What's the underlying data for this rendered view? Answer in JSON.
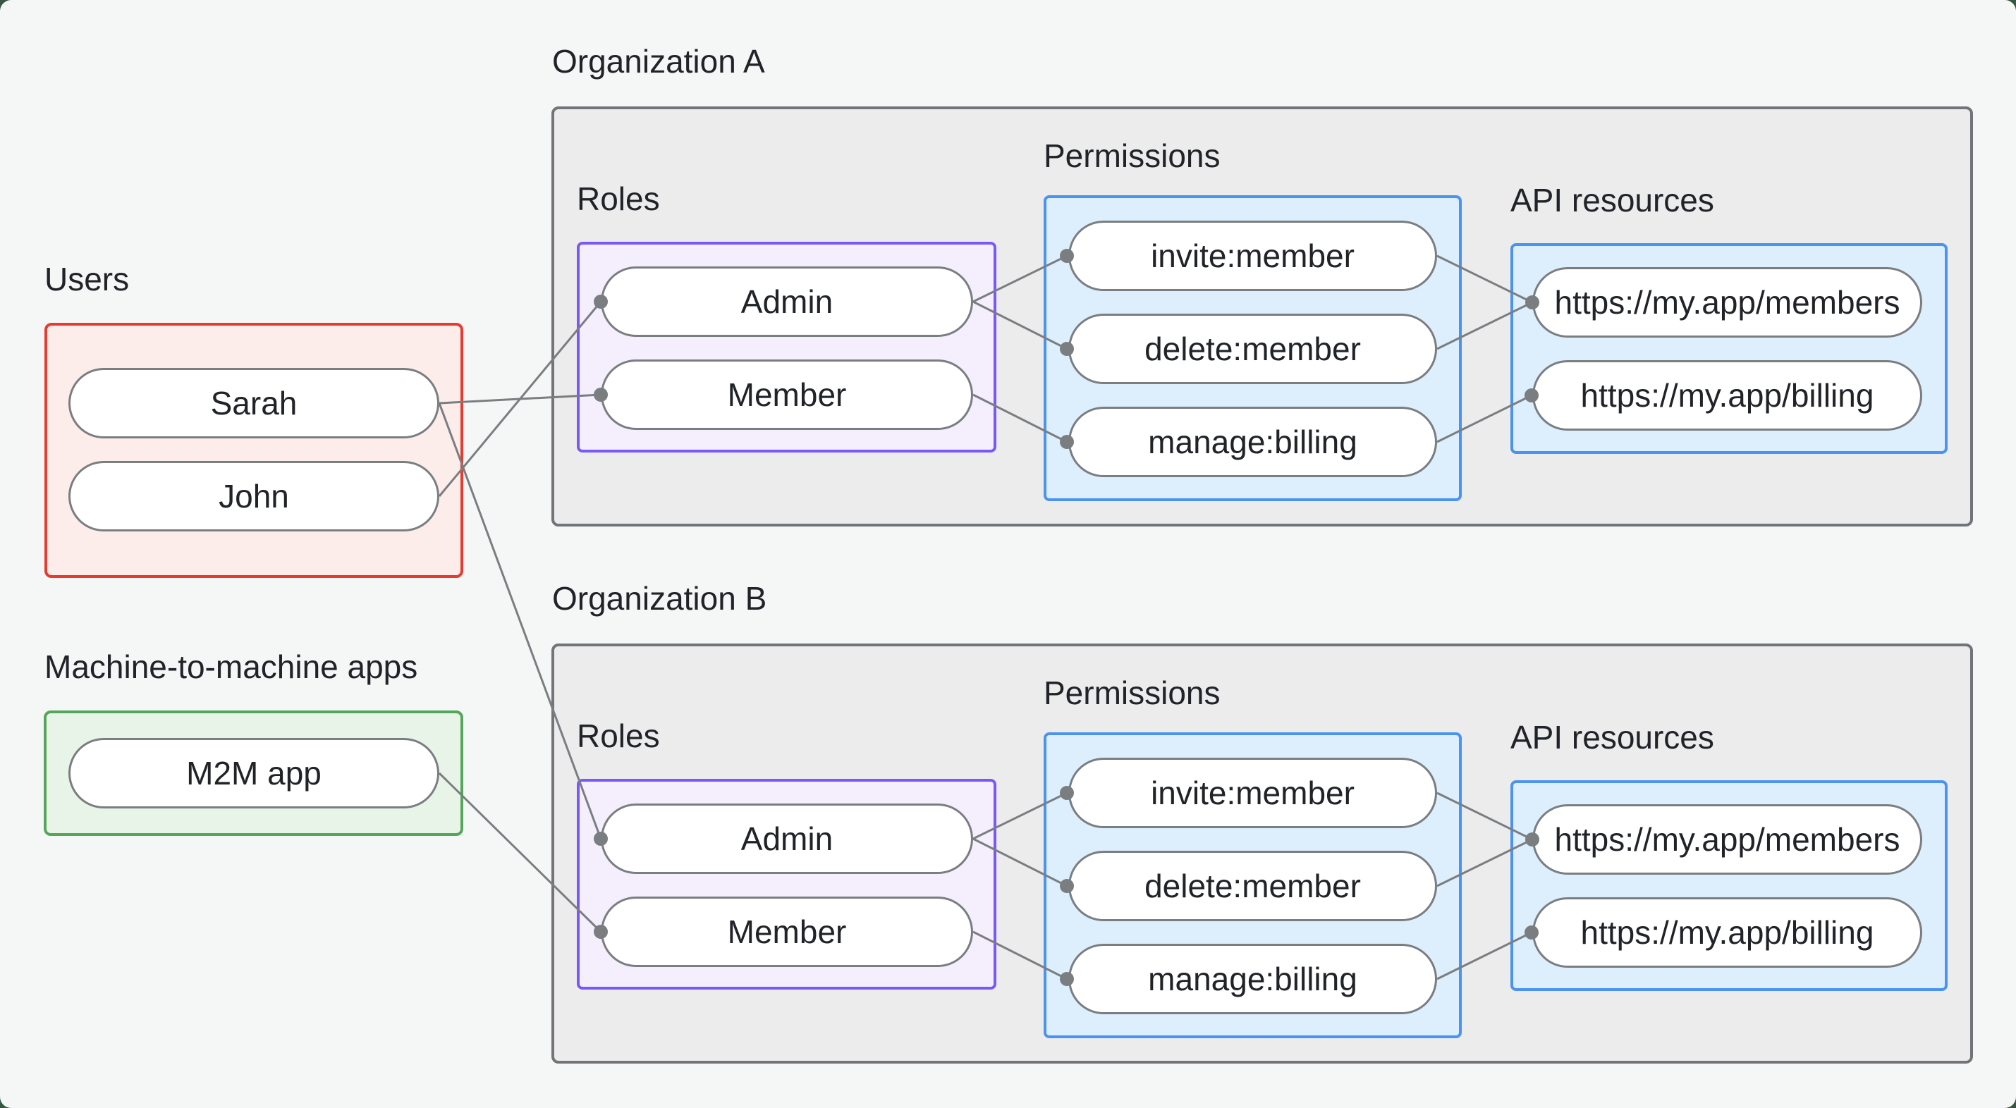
{
  "users_panel": {
    "label": "Users",
    "users": [
      "Sarah",
      "John"
    ]
  },
  "m2m_panel": {
    "label": "Machine-to-machine apps",
    "apps": [
      "M2M app"
    ]
  },
  "orgs": [
    {
      "title": "Organization A",
      "roles_label": "Roles",
      "permissions_label": "Permissions",
      "api_label": "API resources",
      "roles": [
        "Admin",
        "Member"
      ],
      "permissions": [
        "invite:member",
        "delete:member",
        "manage:billing"
      ],
      "api_resources": [
        "https://my.app/members",
        "https://my.app/billing"
      ]
    },
    {
      "title": "Organization B",
      "roles_label": "Roles",
      "permissions_label": "Permissions",
      "api_label": "API resources",
      "roles": [
        "Admin",
        "Member"
      ],
      "permissions": [
        "invite:member",
        "delete:member",
        "manage:billing"
      ],
      "api_resources": [
        "https://my.app/members",
        "https://my.app/billing"
      ]
    }
  ],
  "connections": [
    {
      "from": "Sarah",
      "to": "Member",
      "org": "Organization A"
    },
    {
      "from": "John",
      "to": "Admin",
      "org": "Organization A"
    },
    {
      "from": "Sarah",
      "to": "Admin",
      "org": "Organization B"
    },
    {
      "from": "M2M app",
      "to": "Member",
      "org": "Organization B"
    },
    {
      "from": "Admin",
      "to": "invite:member",
      "org": "Organization A"
    },
    {
      "from": "Admin",
      "to": "delete:member",
      "org": "Organization A"
    },
    {
      "from": "Member",
      "to": "manage:billing",
      "org": "Organization A"
    },
    {
      "from": "invite:member",
      "to": "https://my.app/members",
      "org": "Organization A"
    },
    {
      "from": "delete:member",
      "to": "https://my.app/members",
      "org": "Organization A"
    },
    {
      "from": "manage:billing",
      "to": "https://my.app/billing",
      "org": "Organization A"
    },
    {
      "from": "Admin",
      "to": "invite:member",
      "org": "Organization B"
    },
    {
      "from": "Admin",
      "to": "delete:member",
      "org": "Organization B"
    },
    {
      "from": "Member",
      "to": "manage:billing",
      "org": "Organization B"
    },
    {
      "from": "invite:member",
      "to": "https://my.app/members",
      "org": "Organization B"
    },
    {
      "from": "delete:member",
      "to": "https://my.app/members",
      "org": "Organization B"
    },
    {
      "from": "manage:billing",
      "to": "https://my.app/billing",
      "org": "Organization B"
    }
  ],
  "colors": {
    "page_bg": "#f5f7f6",
    "backdrop": "#365741",
    "org_fill": "#ececed",
    "org_border": "#717579",
    "red_fill": "#fcecea",
    "red_border": "#e53b30",
    "green_fill": "#e9f4e9",
    "green_border": "#55a65b",
    "purple_fill": "#f4eefd",
    "purple_border": "#7a58f7",
    "blue_fill": "#ddeefc",
    "blue_border": "#4b93f1",
    "pill_fill": "#ffffff",
    "line": "#7a7e81",
    "text": "#202327"
  }
}
